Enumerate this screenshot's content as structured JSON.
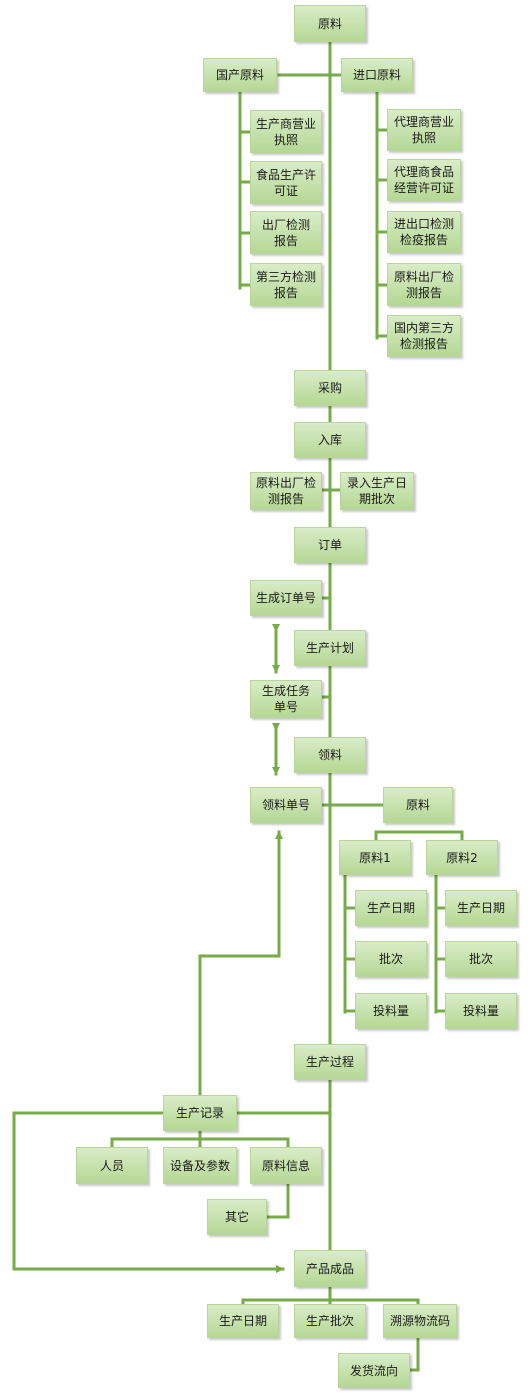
{
  "nodes": {
    "raw": "原料",
    "domestic": "国产原料",
    "imported": "进口原料",
    "dom_license": "生产商营业\n执照",
    "dom_food_permit": "食品生产许\n可证",
    "dom_factory_report": "出厂检测\n报告",
    "dom_third_party": "第三方检测\n报告",
    "imp_agent_license": "代理商营业\n执照",
    "imp_agent_food": "代理商食品\n经营许可证",
    "imp_quarantine": "进出口检测\n检疫报告",
    "imp_factory_report": "原料出厂检\n测报告",
    "imp_domestic_third": "国内第三方\n检测报告",
    "purchase": "采购",
    "warehouse": "入库",
    "wh_report": "原料出厂检\n测报告",
    "wh_entry": "录入生产日\n期批次",
    "order": "订单",
    "gen_order_no": "生成订单号",
    "production_plan": "生产计划",
    "gen_task_no": "生成任务\n单号",
    "pick": "领料",
    "pick_no": "领料单号",
    "pick_raw": "原料",
    "raw1": "原料1",
    "raw2": "原料2",
    "r1_date": "生产日期",
    "r1_batch": "批次",
    "r1_qty": "投料量",
    "r2_date": "生产日期",
    "r2_batch": "批次",
    "r2_qty": "投料量",
    "process": "生产过程",
    "record": "生产记录",
    "staff": "人员",
    "equipment": "设备及参数",
    "raw_info": "原料信息",
    "other": "其它",
    "finished": "产品成品",
    "fp_date": "生产日期",
    "fp_batch": "生产批次",
    "fp_code": "溯源物流码",
    "fp_shipping": "发货流向"
  },
  "colors": {
    "line": "#76ab47",
    "box_top": "#d9ecc7",
    "box_bottom": "#b5d895",
    "box_border": "#b8d59c"
  }
}
